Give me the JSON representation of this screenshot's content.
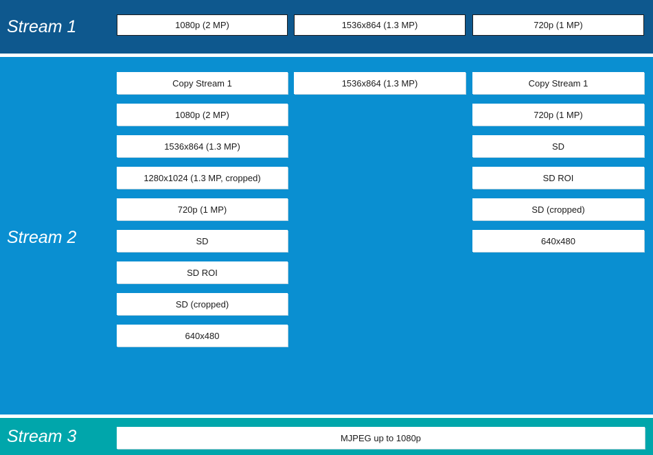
{
  "colors": {
    "stream1_band": "#0e588e",
    "stream2_band": "#0a8fd1",
    "stream3_band": "#00a6ab",
    "box_background": "#ffffff",
    "box_text": "#1a1a1a",
    "stream1_box_border": "#1c1c1c",
    "label_text": "#ffffff"
  },
  "streams": {
    "stream1": {
      "label": "Stream 1",
      "options": [
        "1080p (2 MP)",
        "1536x864 (1.3 MP)",
        "720p (1 MP)"
      ]
    },
    "stream2": {
      "label": "Stream 2",
      "col1": [
        "Copy Stream 1",
        "1080p (2 MP)",
        "1536x864 (1.3 MP)",
        "1280x1024 (1.3 MP, cropped)",
        "720p (1 MP)",
        "SD",
        "SD ROI",
        "SD (cropped)",
        "640x480"
      ],
      "col2": [
        "1536x864 (1.3 MP)"
      ],
      "col3": [
        "Copy Stream 1",
        "720p (1 MP)",
        "SD",
        "SD ROI",
        "SD (cropped)",
        "640x480"
      ]
    },
    "stream3": {
      "label": "Stream 3",
      "option": "MJPEG up to 1080p"
    }
  }
}
